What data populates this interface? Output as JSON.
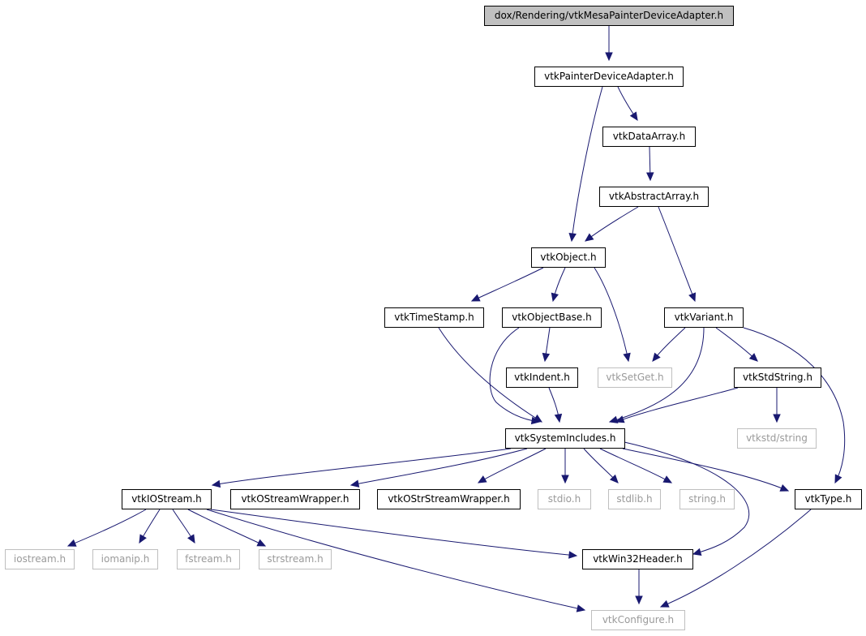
{
  "colors": {
    "edge": "#191970",
    "root_fill": "#c0c0c0",
    "node_border": "#000000",
    "external_border": "#bfbfbf",
    "external_text": "#9a9a9a"
  },
  "nodes": {
    "root": "dox/Rendering/vtkMesaPainterDeviceAdapter.h",
    "painter": "vtkPainterDeviceAdapter.h",
    "dataarray": "vtkDataArray.h",
    "abstractarray": "vtkAbstractArray.h",
    "object": "vtkObject.h",
    "timestamp": "vtkTimeStamp.h",
    "objectbase": "vtkObjectBase.h",
    "variant": "vtkVariant.h",
    "setget": "vtkSetGet.h",
    "indent": "vtkIndent.h",
    "stdstring": "vtkStdString.h",
    "systemincludes": "vtkSystemIncludes.h",
    "vtkstdstring": "vtkstd/string",
    "iostream_vtk": "vtkIOStream.h",
    "ostreamwrapper": "vtkOStreamWrapper.h",
    "ostrstreamwrapper": "vtkOStrStreamWrapper.h",
    "stdio": "stdio.h",
    "stdlib": "stdlib.h",
    "string": "string.h",
    "type": "vtkType.h",
    "iostream": "iostream.h",
    "iomanip": "iomanip.h",
    "fstream": "fstream.h",
    "strstream": "strstream.h",
    "win32header": "vtkWin32Header.h",
    "configure": "vtkConfigure.h"
  }
}
